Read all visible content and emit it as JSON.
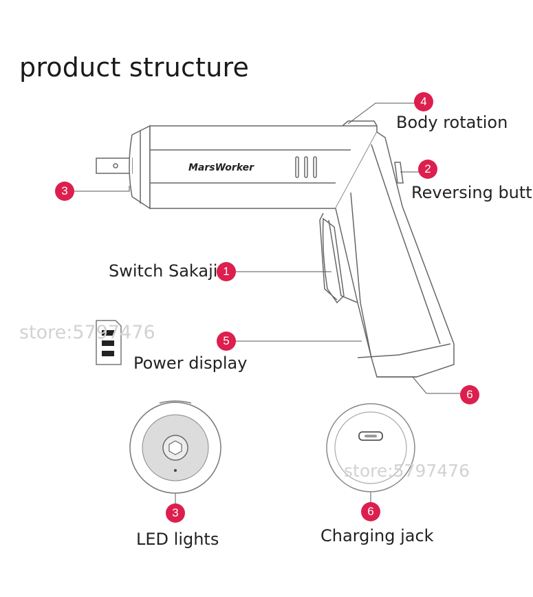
{
  "title": "product structure",
  "brand": "MarsWorker",
  "watermarks": [
    "store:5797476",
    "store:5797476"
  ],
  "accent_color": "#dc1f4e",
  "callouts": [
    {
      "number": "4",
      "label": "Body rotation"
    },
    {
      "number": "2",
      "label": "Reversing button"
    },
    {
      "number": "3",
      "label": ""
    },
    {
      "number": "1",
      "label": "Switch Sakaji"
    },
    {
      "number": "5",
      "label": "Power display"
    },
    {
      "number": "6",
      "label": ""
    },
    {
      "number": "3",
      "label": "LED lights"
    },
    {
      "number": "6",
      "label": "Charging jack"
    }
  ]
}
